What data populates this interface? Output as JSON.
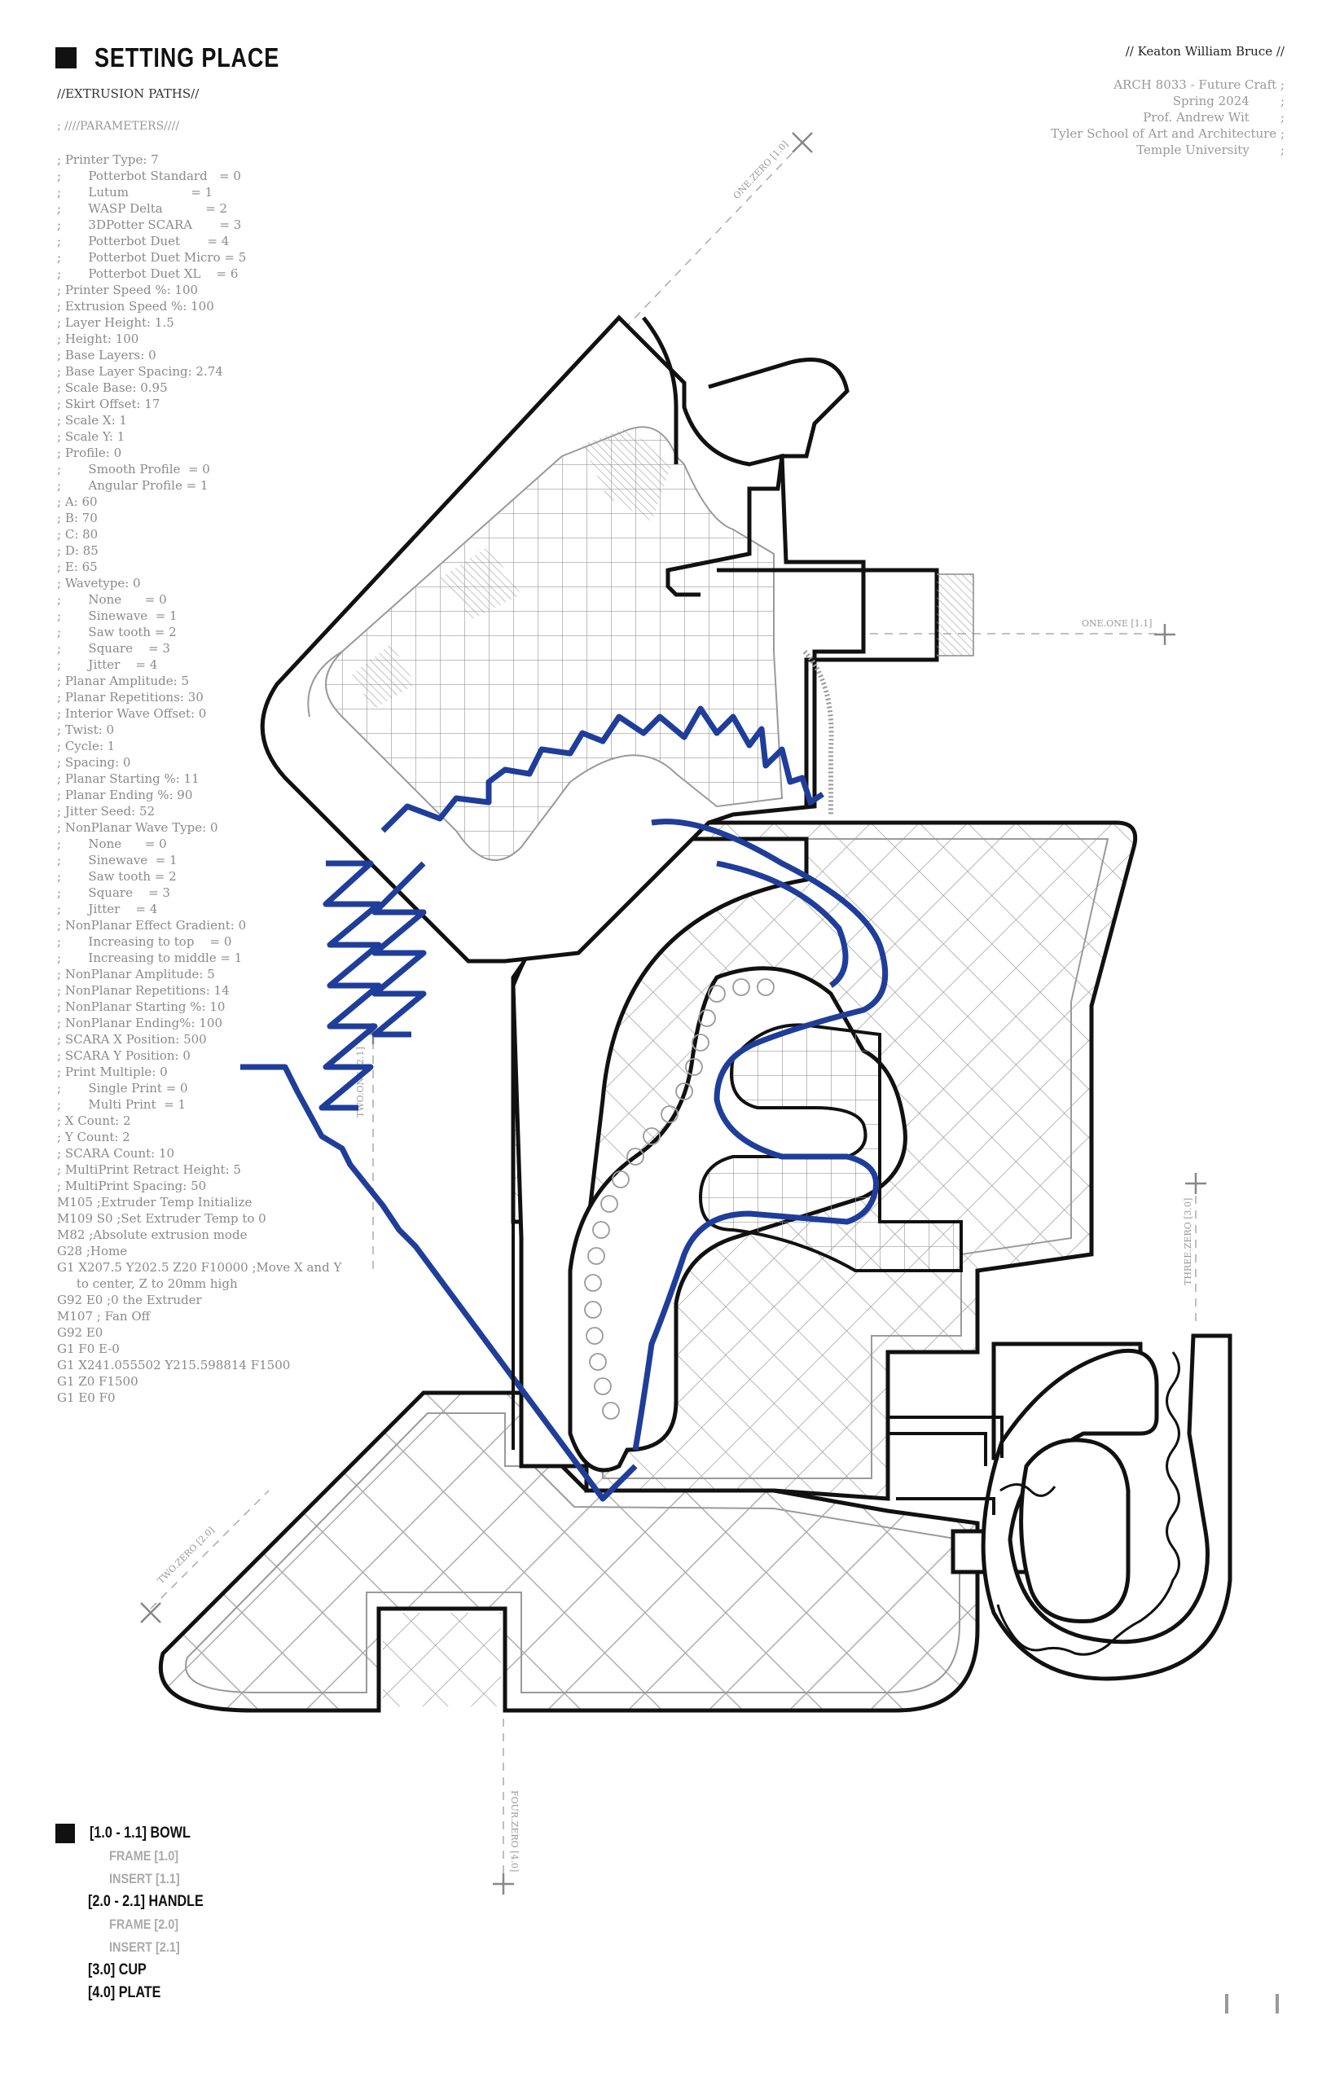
{
  "header": {
    "title": "SETTING PLACE",
    "subtitle": "//EXTRUSION PATHS//",
    "parameters_heading": "; ////PARAMETERS////"
  },
  "author": {
    "name": "// Keaton William Bruce //",
    "lines": [
      "ARCH 8033 - Future Craft ;",
      "Spring 2024        ;",
      "Prof. Andrew Wit        ;",
      "Tyler School of Art and Architecture ;",
      "Temple University        ;"
    ]
  },
  "parameters": [
    "; Printer Type: 7",
    ";       Potterbot Standard   = 0",
    ";       Lutum                = 1",
    ";       WASP Delta           = 2",
    ";       3DPotter SCARA       = 3",
    ";       Potterbot Duet       = 4",
    ";       Potterbot Duet Micro = 5",
    ";       Potterbot Duet XL    = 6",
    "; Printer Speed %: 100",
    "; Extrusion Speed %: 100",
    "; Layer Height: 1.5",
    "; Height: 100",
    "; Base Layers: 0",
    "; Base Layer Spacing: 2.74",
    "; Scale Base: 0.95",
    "; Skirt Offset: 17",
    "; Scale X: 1",
    "; Scale Y: 1",
    "; Profile: 0",
    ";       Smooth Profile  = 0",
    ";       Angular Profile = 1",
    "; A: 60",
    "; B: 70",
    "; C: 80",
    "; D: 85",
    "; E: 65",
    "; Wavetype: 0",
    ";       None      = 0",
    ";       Sinewave  = 1",
    ";       Saw tooth = 2",
    ";       Square    = 3",
    ";       Jitter    = 4",
    "; Planar Amplitude: 5",
    "; Planar Repetitions: 30",
    "; Interior Wave Offset: 0",
    "; Twist: 0",
    "; Cycle: 1",
    "; Spacing: 0",
    "; Planar Starting %: 11",
    "; Planar Ending %: 90",
    "; Jitter Seed: 52",
    "; NonPlanar Wave Type: 0",
    ";       None      = 0",
    ";       Sinewave  = 1",
    ";       Saw tooth = 2",
    ";       Square    = 3",
    ";       Jitter    = 4",
    "; NonPlanar Effect Gradient: 0",
    ";       Increasing to top    = 0",
    ";       Increasing to middle = 1",
    "; NonPlanar Amplitude: 5",
    "; NonPlanar Repetitions: 14",
    "; NonPlanar Starting %: 10",
    "; NonPlanar Ending%: 100",
    "; SCARA X Position: 500",
    "; SCARA Y Position: 0",
    "; Print Multiple: 0",
    ";       Single Print = 0",
    ";       Multi Print  = 1",
    "; X Count: 2",
    "; Y Count: 2",
    "; SCARA Count: 10",
    "; MultiPrint Retract Height: 5",
    "; MultiPrint Spacing: 50",
    "M105 ;Extruder Temp Initialize",
    "M109 S0 ;Set Extruder Temp to 0",
    "M82 ;Absolute extrusion mode",
    "G28 ;Home",
    "G1 X207.5 Y202.5 Z20 F10000 ;Move X and Y",
    "     to center, Z to 20mm high",
    "G92 E0 ;0 the Extruder",
    "M107 ; Fan Off",
    "G92 E0",
    "G1 F0 E-0",
    "G1 X241.055502 Y215.598814 F1500",
    "G1 Z0 F1500",
    "G1 E0 F0"
  ],
  "axis_labels": {
    "one_zero": "ONE.ZERO [1.0]",
    "one_one": "ONE.ONE [1.1]",
    "two_one": "TWO.ONE [2.1]",
    "two_zero": "TWO.ZERO [2.0]",
    "three_zero": "THREE.ZERO [3.0]",
    "four_zero": "FOUR.ZERO [4.0]"
  },
  "legend": {
    "bowl": "[1.0 - 1.1] BOWL",
    "bowl_frame": "FRAME [1.0]",
    "bowl_insert": "INSERT [1.1]",
    "handle": "[2.0 - 2.1] HANDLE",
    "handle_frame": "FRAME [2.0]",
    "handle_insert": "INSERT [2.1]",
    "cup": "[3.0] CUP",
    "plate": "[4.0] PLATE"
  },
  "colors": {
    "stroke": "#111111",
    "accent_blue": "#1f3d9a",
    "hatch": "#9a9a9a",
    "muted_text": "#8a8a8a"
  }
}
